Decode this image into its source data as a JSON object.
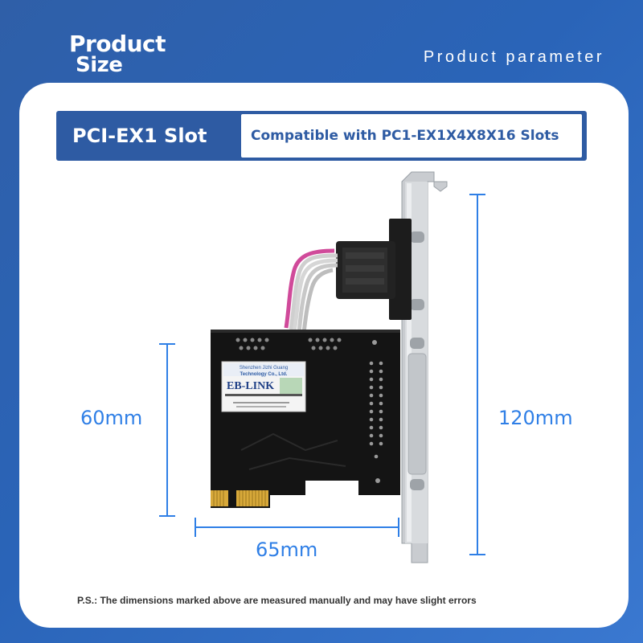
{
  "header": {
    "title_line1": "Product",
    "title_line2": "Size",
    "subtitle": "Product parameter"
  },
  "banner": {
    "label": "PCI-EX1 Slot",
    "description": "Compatible with PC1-EX1X4X8X16 Slots"
  },
  "dimensions": {
    "height": "60mm",
    "bracket_height": "120mm",
    "width": "65mm"
  },
  "card": {
    "sticker_line1": "Shenzhen Jizhi Guang",
    "sticker_line2": "Technology Co., Ltd.",
    "brand": "EB-LINK"
  },
  "note": "P.S.: The dimensions marked above are measured manually and may have slight errors",
  "colors": {
    "background": "#2f5fa8",
    "banner": "#2e5ba3",
    "dimension_lines": "#2f7fe6",
    "pcb": "#141414"
  }
}
